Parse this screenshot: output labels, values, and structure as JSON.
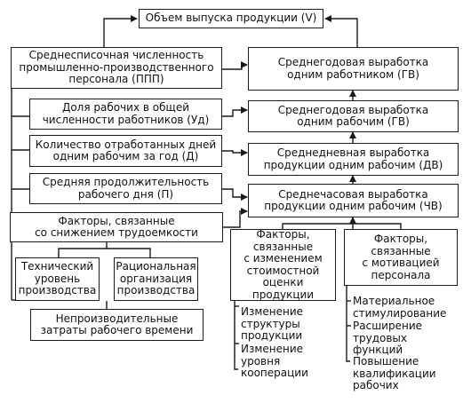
{
  "top": "Объем выпуска продукции (V)",
  "left": {
    "l1": "Среднесписочная численность\nпромышленно-производственного\nперсонала (ППП)",
    "l2": "Доля рабочих в общей\nчисленности работников (Уд)",
    "l3": "Количество отработанных дней\nодним рабочим за год (Д)",
    "l4": "Средняя продолжительность\nрабочего дня (П)",
    "l5": "Факторы, связанные\nсо снижением трудоемкости",
    "tech": "Технический\nуровень\nпроизводства",
    "org": "Рациональная\nорганизация\nпроизводства",
    "nonprod": "Непроизводительные\nзатраты рабочего времени"
  },
  "right": {
    "r1": "Среднегодовая выработка\nодним работником (ГВ)",
    "r2": "Среднегодовая выработка\nодним рабочим (ГВ)",
    "r3": "Среднедневная выработка\nпродукции одним рабочим (ДВ)",
    "r4": "Среднечасовая выработка\nпродукции одним рабочим (ЧВ)",
    "cost": "Факторы,\nсвязанные\nс изменением\nстоимостной\nоценки продукции",
    "motiv": "Факторы,\nсвязанные\nс мотивацией\nперсонала"
  },
  "cost_items": [
    "Изменение\nструктуры\nпродукции",
    "Изменение\nуровня\nкооперации"
  ],
  "motiv_items": [
    "Материальное\nстимулирование",
    "Расширение\nтрудовых\nфункций",
    "Повышение\nквалификации\nрабочих"
  ]
}
